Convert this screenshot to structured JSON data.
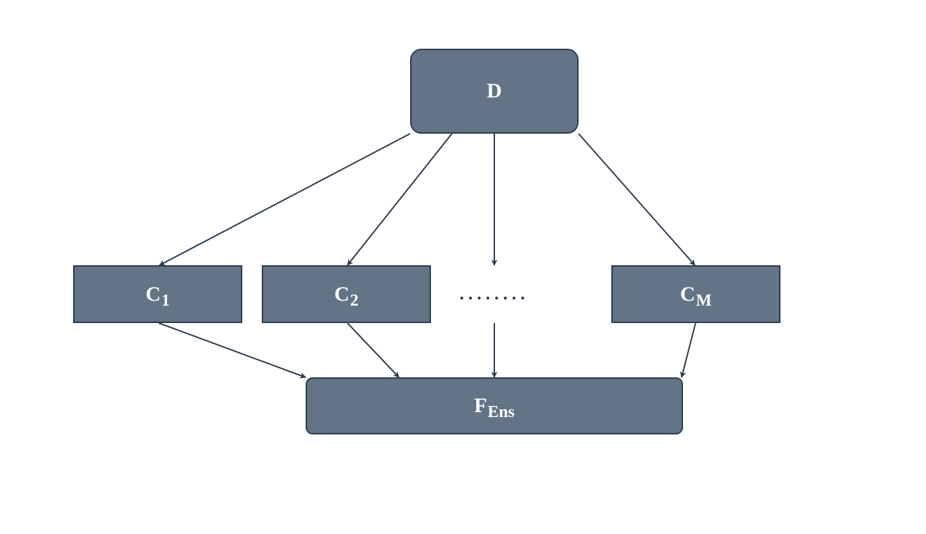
{
  "nodes": {
    "d": {
      "label": "D",
      "sub": ""
    },
    "c1": {
      "label": "C",
      "sub": "1"
    },
    "c2": {
      "label": "C",
      "sub": "2"
    },
    "cm": {
      "label": "C",
      "sub": "M"
    },
    "fens": {
      "label": "F",
      "sub": "Ens"
    }
  },
  "ellipsis": "........",
  "colors": {
    "node_fill": "#647487",
    "node_border": "#2c3c4f",
    "arrow": "#2c3c4f",
    "text": "#ffffff"
  },
  "edges": [
    {
      "from": "d",
      "to": "c1"
    },
    {
      "from": "d",
      "to": "c2"
    },
    {
      "from": "d",
      "to": "ellipsis"
    },
    {
      "from": "d",
      "to": "cm"
    },
    {
      "from": "c1",
      "to": "fens"
    },
    {
      "from": "c2",
      "to": "fens"
    },
    {
      "from": "ellipsis",
      "to": "fens"
    },
    {
      "from": "cm",
      "to": "fens"
    }
  ]
}
